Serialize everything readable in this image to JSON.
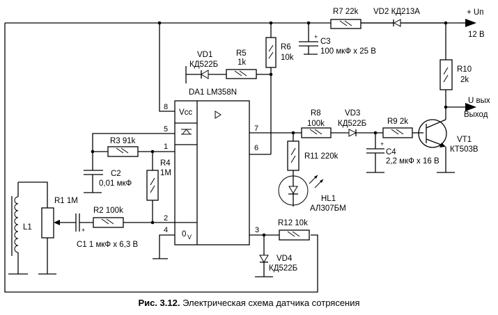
{
  "title": "Электрическая схема датчика сотрясения",
  "caption": {
    "figure_label": "Рис. 3.12.",
    "text": "Электрическая схема датчика сотрясения"
  },
  "power": {
    "supply_label": "+ Uп",
    "supply_voltage": "12 В",
    "output_label": "U вых",
    "output_label2": "Выход"
  },
  "ic": {
    "name": "DA1 LM358N",
    "vcc": "Vcc",
    "gnd": "0",
    "gnd_sub": "V",
    "pins": {
      "p1": "1",
      "p2": "2",
      "p3": "3",
      "p4": "4",
      "p5": "5",
      "p6": "6",
      "p7": "7",
      "p8": "8"
    }
  },
  "components": {
    "R1": "R1 1M",
    "R2": "R2 100k",
    "R3": "R3 91k",
    "R4_name": "R4",
    "R4_value": "1M",
    "R5_name": "R5",
    "R5_value": "1k",
    "R6_name": "R6",
    "R6_value": "10k",
    "R7": "R7 22k",
    "R8_name": "R8",
    "R8_value": "100k",
    "R9": "R9 2k",
    "R10_name": "R10",
    "R10_value": "2k",
    "R11": "R11 220k",
    "R12": "R12 10k",
    "C1": "C1  1 мкФ x 6,3 В",
    "C2_name": "C2",
    "C2_value": "0,01 мкФ",
    "C3_name": "C3",
    "C3_value": "100 мкФ x 25 В",
    "C4_name": "C4",
    "C4_value": "2,2 мкФ x 16 В",
    "L1": "L1",
    "VD1_name": "VD1",
    "VD1_value": "КД522Б",
    "VD2": "VD2 КД213А",
    "VD3_name": "VD3",
    "VD3_value": "КД522Б",
    "VD4_name": "VD4",
    "VD4_value": "КД522Б",
    "VT1_name": "VT1",
    "VT1_value": "КТ503В",
    "HL1_name": "HL1",
    "HL1_value": "АЛ307БМ",
    "plus": "+"
  }
}
